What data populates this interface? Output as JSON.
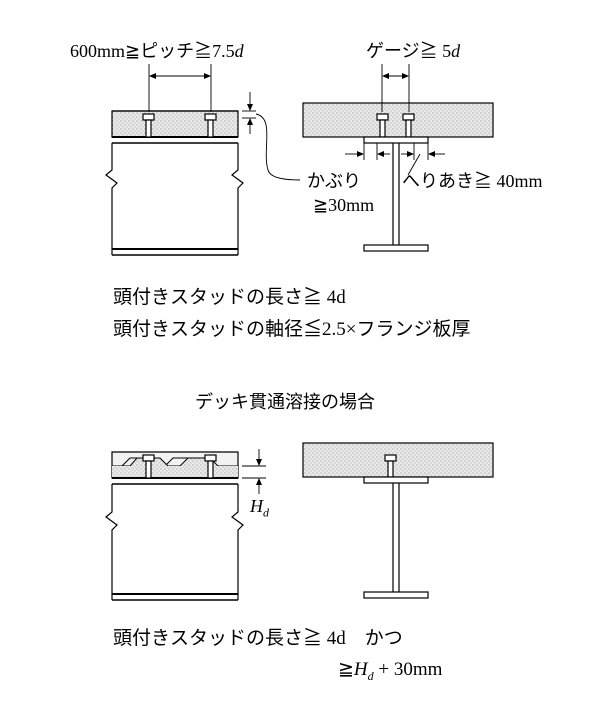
{
  "figure_top": {
    "side_view": {
      "pitch_label": "600mm≧ピッチ≧7.5",
      "pitch_var": "d"
    },
    "section_view": {
      "gauge_label": "ゲージ≧ 5",
      "gauge_var": "d",
      "cover_label": "かぶり",
      "cover_value": "≧30mm",
      "edge_label": "へりあき≧ 40mm"
    },
    "rules": [
      "頭付きスタッドの長さ≧ 4d",
      "頭付きスタッドの軸径≦2.5×フランジ板厚"
    ]
  },
  "figure_bottom": {
    "heading": "デッキ貫通溶接の場合",
    "hd_label": "H",
    "hd_sub": "d",
    "rule_line1": "頭付きスタッドの長さ≧ 4d　かつ",
    "rule_line2_prefix": "≧",
    "rule_line2_var": "H",
    "rule_line2_sub": "d",
    "rule_line2_suffix": " + 30mm"
  },
  "colors": {
    "slab_fill": "#e6e6e6",
    "line": "#000000"
  }
}
